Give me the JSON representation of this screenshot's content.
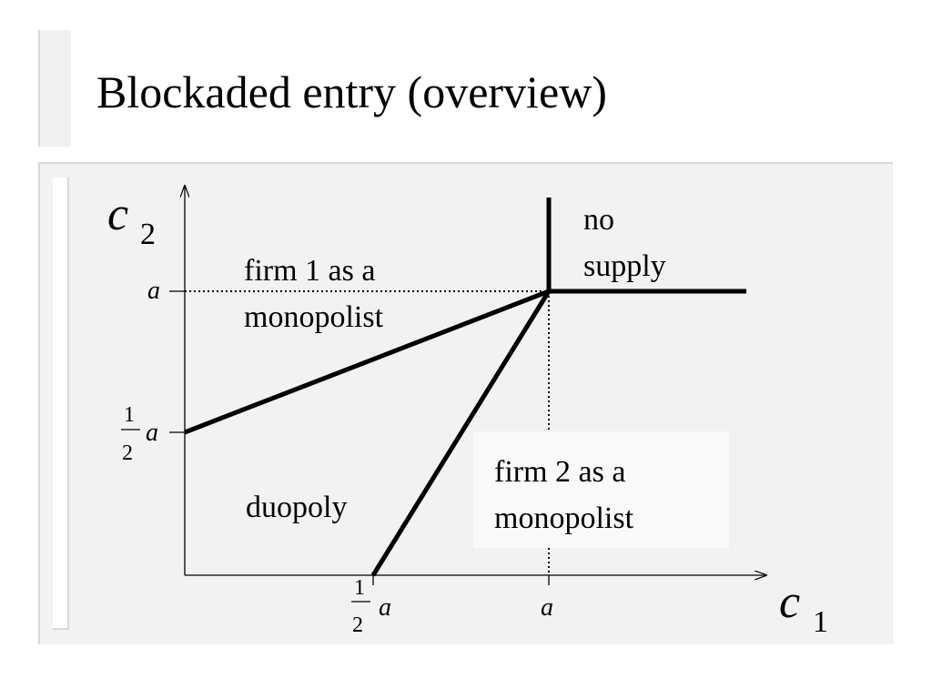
{
  "slide": {
    "title": "Blockaded entry (overview)"
  },
  "diagram": {
    "axes": {
      "y_var": "c",
      "y_sub": "2",
      "x_var": "c",
      "x_sub": "1"
    },
    "ticks": {
      "y_a": "a",
      "y_half_num": "1",
      "y_half_den": "2",
      "y_half_var": "a",
      "x_half_num": "1",
      "x_half_den": "2",
      "x_half_var": "a",
      "x_a": "a"
    },
    "regions": {
      "firm1_line1": "firm 1 as a",
      "firm1_line2": "monopolist",
      "no_supply_line1": "no",
      "no_supply_line2": "supply",
      "firm2_line1": "firm  2 as a",
      "firm2_line2": "monopolist",
      "duopoly": "duopoly"
    }
  }
}
